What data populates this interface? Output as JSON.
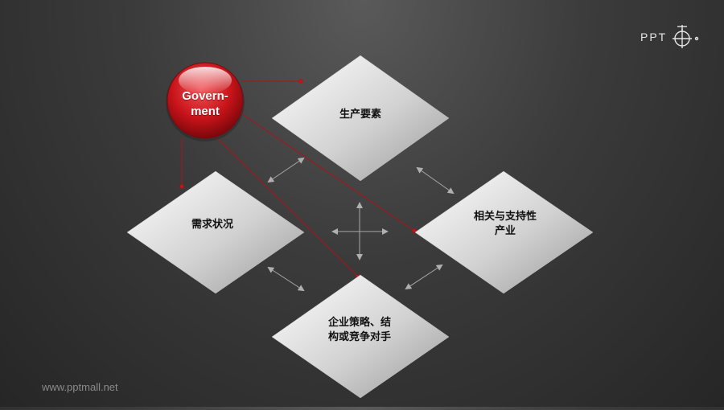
{
  "brand": {
    "logo_text": "PPT",
    "footer_url": "www.pptmall.net"
  },
  "government": {
    "label": "Govern-\nment",
    "color": "#c8141a"
  },
  "diamonds": {
    "top": {
      "label": "生产要素"
    },
    "left": {
      "label": "需求状况"
    },
    "right": {
      "label": "相关与支持性\n产业"
    },
    "bottom": {
      "label": "企业策略、结\n构或竞争对手"
    }
  },
  "colors": {
    "connector": "#b01217",
    "arrow": "#a8a8a8"
  }
}
